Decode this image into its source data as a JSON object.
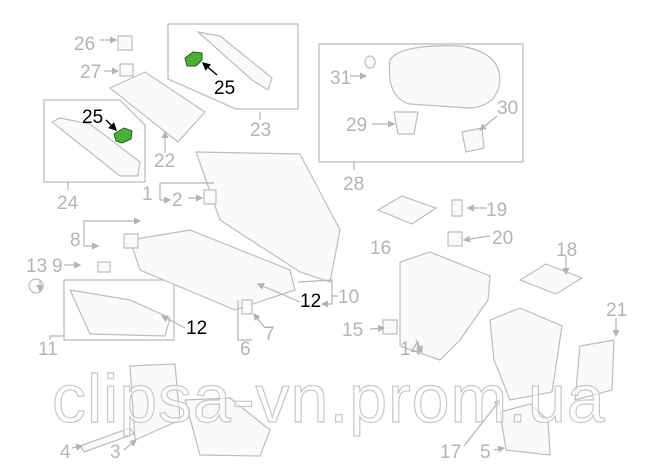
{
  "diagram": {
    "labels": {
      "l1": "1",
      "l2": "2",
      "l3": "3",
      "l4": "4",
      "l5": "5",
      "l6": "6",
      "l7": "7",
      "l8": "8",
      "l9": "9",
      "l10": "10",
      "l11": "11",
      "l12a": "12",
      "l12b": "12",
      "l13": "13",
      "l14": "14",
      "l15": "15",
      "l16": "16",
      "l17": "17",
      "l18": "18",
      "l19": "19",
      "l20": "20",
      "l21": "21",
      "l22": "22",
      "l23": "23",
      "l24": "24",
      "l25a": "25",
      "l25b": "25",
      "l26": "26",
      "l27": "27",
      "l28": "28",
      "l29": "29",
      "l30": "30",
      "l31": "31"
    },
    "highlight_part": "25",
    "colors": {
      "highlight": "#4caf3a",
      "outline": "#bdbdbd",
      "callout_highlight": "#000000"
    },
    "watermark": "clipsa-vn.prom.ua"
  }
}
